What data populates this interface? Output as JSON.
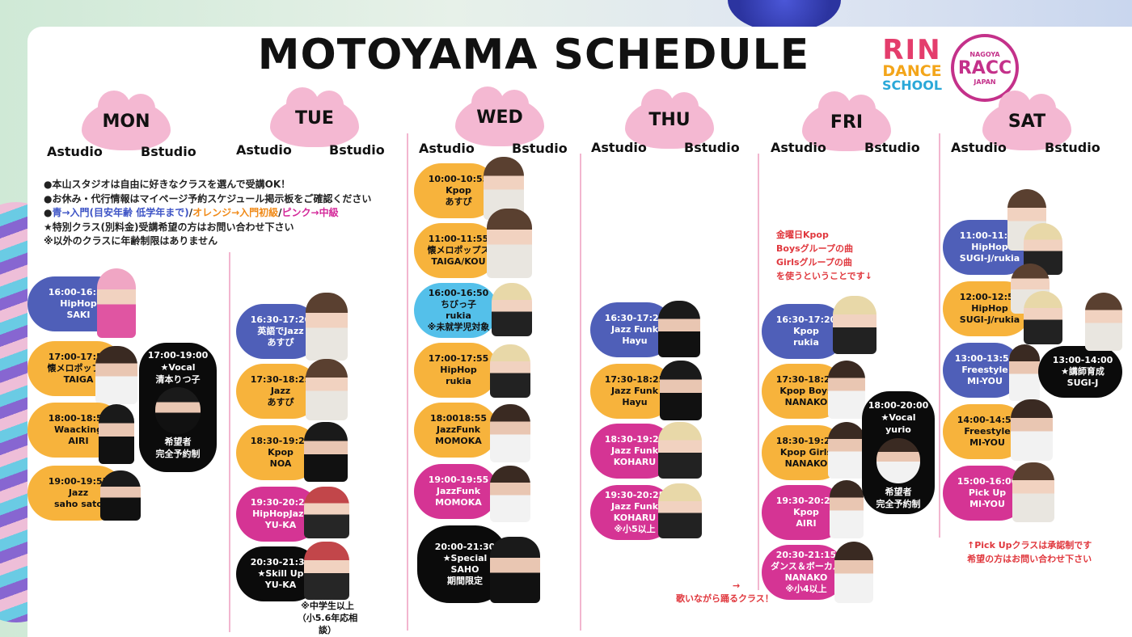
{
  "title": "MOTOYAMA SCHEDULE",
  "logos": {
    "rin": [
      "RIN",
      "DANCE",
      "SCHOOL"
    ],
    "racc_top": "NAGOYA",
    "racc_mid": "RACC",
    "racc_bottom": "JAPAN"
  },
  "studios": {
    "a": "Astudio",
    "b": "Bstudio"
  },
  "days": [
    "MON",
    "TUE",
    "WED",
    "THU",
    "FRI",
    "SAT"
  ],
  "notes": {
    "n1": "●本山スタジオは自由に好きなクラスを選んで受講OK！",
    "n2": "●お休み・代行情報はマイページ予約スケジュール掲示板をご確認ください",
    "n3_prefix": "●",
    "n3_blue": "青→入門(目安年齢 低学年まで)",
    "n3_sep1": "/",
    "n3_orange": "オレンジ→入門初級",
    "n3_sep2": "/",
    "n3_pink": "ピンク→中級",
    "n4": "★特別クラス(別料金)受講希望の方はお問い合わせ下さい",
    "n5": "※以外のクラスに年齢制限はありません"
  },
  "mon": [
    {
      "time": "16:00-16:50",
      "genre": "HipHop",
      "teacher": "SAKI"
    },
    {
      "time": "17:00-17:55",
      "genre": "懐メロポップス",
      "teacher": "TAIGA"
    },
    {
      "time": "18:00-18:55",
      "genre": "Waacking",
      "teacher": "AIRI"
    },
    {
      "time": "19:00-19:55",
      "genre": "Jazz",
      "teacher": "saho sato"
    }
  ],
  "mon_vocal": {
    "time": "17:00-19:00",
    "genre": "★Vocal",
    "teacher": "清本りつ子",
    "note1": "希望者",
    "note2": "完全予約制"
  },
  "tue": [
    {
      "time": "16:30-17:20",
      "genre": "英語でJazz",
      "teacher": "あすぴ"
    },
    {
      "time": "17:30-18:25",
      "genre": "Jazz",
      "teacher": "あすぴ"
    },
    {
      "time": "18:30-19:25",
      "genre": "Kpop",
      "teacher": "NOA"
    },
    {
      "time": "19:30-20:25",
      "genre": "HipHopJazz",
      "teacher": "YU-KA"
    },
    {
      "time": "20:30-21:30",
      "genre": "★Skill Up",
      "teacher": "YU-KA"
    }
  ],
  "tue_note": [
    "※中学生以上",
    "（小5.6年応相談）"
  ],
  "wed": [
    {
      "time": "10:00-10:55",
      "genre": "Kpop",
      "teacher": "あすぴ"
    },
    {
      "time": "11:00-11:55",
      "genre": "懐メロポップス",
      "teacher": "TAIGA/KOU"
    },
    {
      "time": "16:00-16:50",
      "genre": "ちびっ子",
      "teacher": "rukia",
      "extra": "※未就学児対象"
    },
    {
      "time": "17:00-17:55",
      "genre": "HipHop",
      "teacher": "rukia"
    },
    {
      "time": "18:0018:55",
      "genre": "JazzFunk",
      "teacher": "MOMOKA"
    },
    {
      "time": "19:00-19:55",
      "genre": "JazzFunk",
      "teacher": "MOMOKA"
    },
    {
      "time": "20:00-21:30",
      "genre": "★Special",
      "teacher": "SAHO",
      "extra": "期間限定"
    }
  ],
  "thu": [
    {
      "time": "16:30-17:20",
      "genre": "Jazz Funk",
      "teacher": "Hayu"
    },
    {
      "time": "17:30-18:25",
      "genre": "Jazz Funk",
      "teacher": "Hayu"
    },
    {
      "time": "18:30-19:25",
      "genre": "Jazz Funk",
      "teacher": "KOHARU"
    },
    {
      "time": "19:30-20:25",
      "genre": "Jazz Funk",
      "teacher": "KOHARU",
      "extra": "※小5以上"
    }
  ],
  "fri_red": [
    "金曜日Kpop",
    "Boysグループの曲",
    "Girlsグループの曲",
    "を使うということです↓"
  ],
  "fri": [
    {
      "time": "16:30-17:20",
      "genre": "Kpop",
      "teacher": "rukia"
    },
    {
      "time": "17:30-18:25",
      "genre": "Kpop Boys",
      "teacher": "NANAKO"
    },
    {
      "time": "18:30-19:25",
      "genre": "Kpop Girls",
      "teacher": "NANAKO"
    },
    {
      "time": "19:30-20:25",
      "genre": "Kpop",
      "teacher": "AIRI"
    },
    {
      "time": "20:30-21:15",
      "genre": "ダンス＆ボーカル",
      "teacher": "NANAKO",
      "extra": "※小4以上"
    }
  ],
  "fri_vocal": {
    "time": "18:00-20:00",
    "genre": "★Vocal",
    "teacher": "yurio",
    "note1": "希望者",
    "note2": "完全予約制"
  },
  "fri_bottom": {
    "arrow": "→",
    "text": "歌いながら踊るクラス！"
  },
  "sat": [
    {
      "time": "11:00-11:50",
      "genre": "HipHop",
      "teacher": "SUGI-J/rukia"
    },
    {
      "time": "12:00-12:55",
      "genre": "HipHop",
      "teacher": "SUGI-J/rukia"
    },
    {
      "time": "13:00-13:50",
      "genre": "Freestyle",
      "teacher": "MI-YOU"
    },
    {
      "time": "14:00-14:55",
      "genre": "Freestyle",
      "teacher": "MI-YOU"
    },
    {
      "time": "15:00-16:00",
      "genre": "Pick Up",
      "teacher": "MI-YOU"
    }
  ],
  "sat_b": {
    "time": "13:00-14:00",
    "genre": "★講師育成",
    "teacher": "SUGI-J"
  },
  "sat_note": [
    "↑Pick Upクラスは承認制です",
    "希望の方はお問い合わせ下さい"
  ]
}
